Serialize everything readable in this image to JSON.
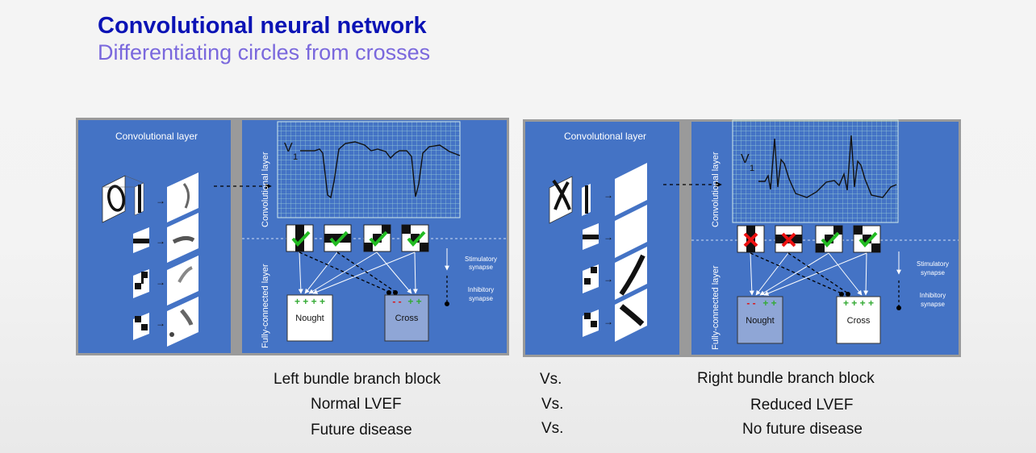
{
  "title": "Convolutional neural network",
  "subtitle": "Differentiating circles from crosses",
  "colors": {
    "title": "#0b13b5",
    "subtitle": "#7a68dd",
    "panel_blue": "#4473c5",
    "check": "#22bb22",
    "cross": "#ee1111",
    "plus": "#33aa33",
    "minus": "#dd1111"
  },
  "panels": {
    "left": {
      "conv_label": "Convolutional layer",
      "conv_axis_label": "Convolutional layer",
      "fc_axis_label": "Fully-connected layer",
      "ecg_lead_label": "V",
      "ecg_lead_sub": "1",
      "stimulatory_label_1": "Stimulatory",
      "stimulatory_label_2": "synapse",
      "inhibitory_label_1": "Inhibitory",
      "inhibitory_label_2": "synapse",
      "output1": {
        "label": "Nought",
        "signs": "+ + + +"
      },
      "output2": {
        "label": "Cross",
        "signs_minus": "- -",
        "signs_plus": "+ +"
      }
    },
    "right": {
      "conv_label": "Convolutional layer",
      "conv_axis_label": "Convolutional layer",
      "fc_axis_label": "Fully-connected layer",
      "ecg_lead_label": "V",
      "ecg_lead_sub": "1",
      "stimulatory_label_1": "Stimulatory",
      "stimulatory_label_2": "synapse",
      "inhibitory_label_1": "Inhibitory",
      "inhibitory_label_2": "synapse",
      "output1": {
        "label": "Nought",
        "signs_minus": "- -",
        "signs_plus": "+ +"
      },
      "output2": {
        "label": "Cross",
        "signs": "+ + + +"
      }
    }
  },
  "comparison": [
    {
      "left": "Left bundle branch block",
      "vs": "Vs.",
      "right": "Right bundle branch block"
    },
    {
      "left": "Normal LVEF",
      "vs": "Vs.",
      "right": "Reduced LVEF"
    },
    {
      "left": "Future disease",
      "vs": "Vs.",
      "right": "No future disease"
    }
  ]
}
